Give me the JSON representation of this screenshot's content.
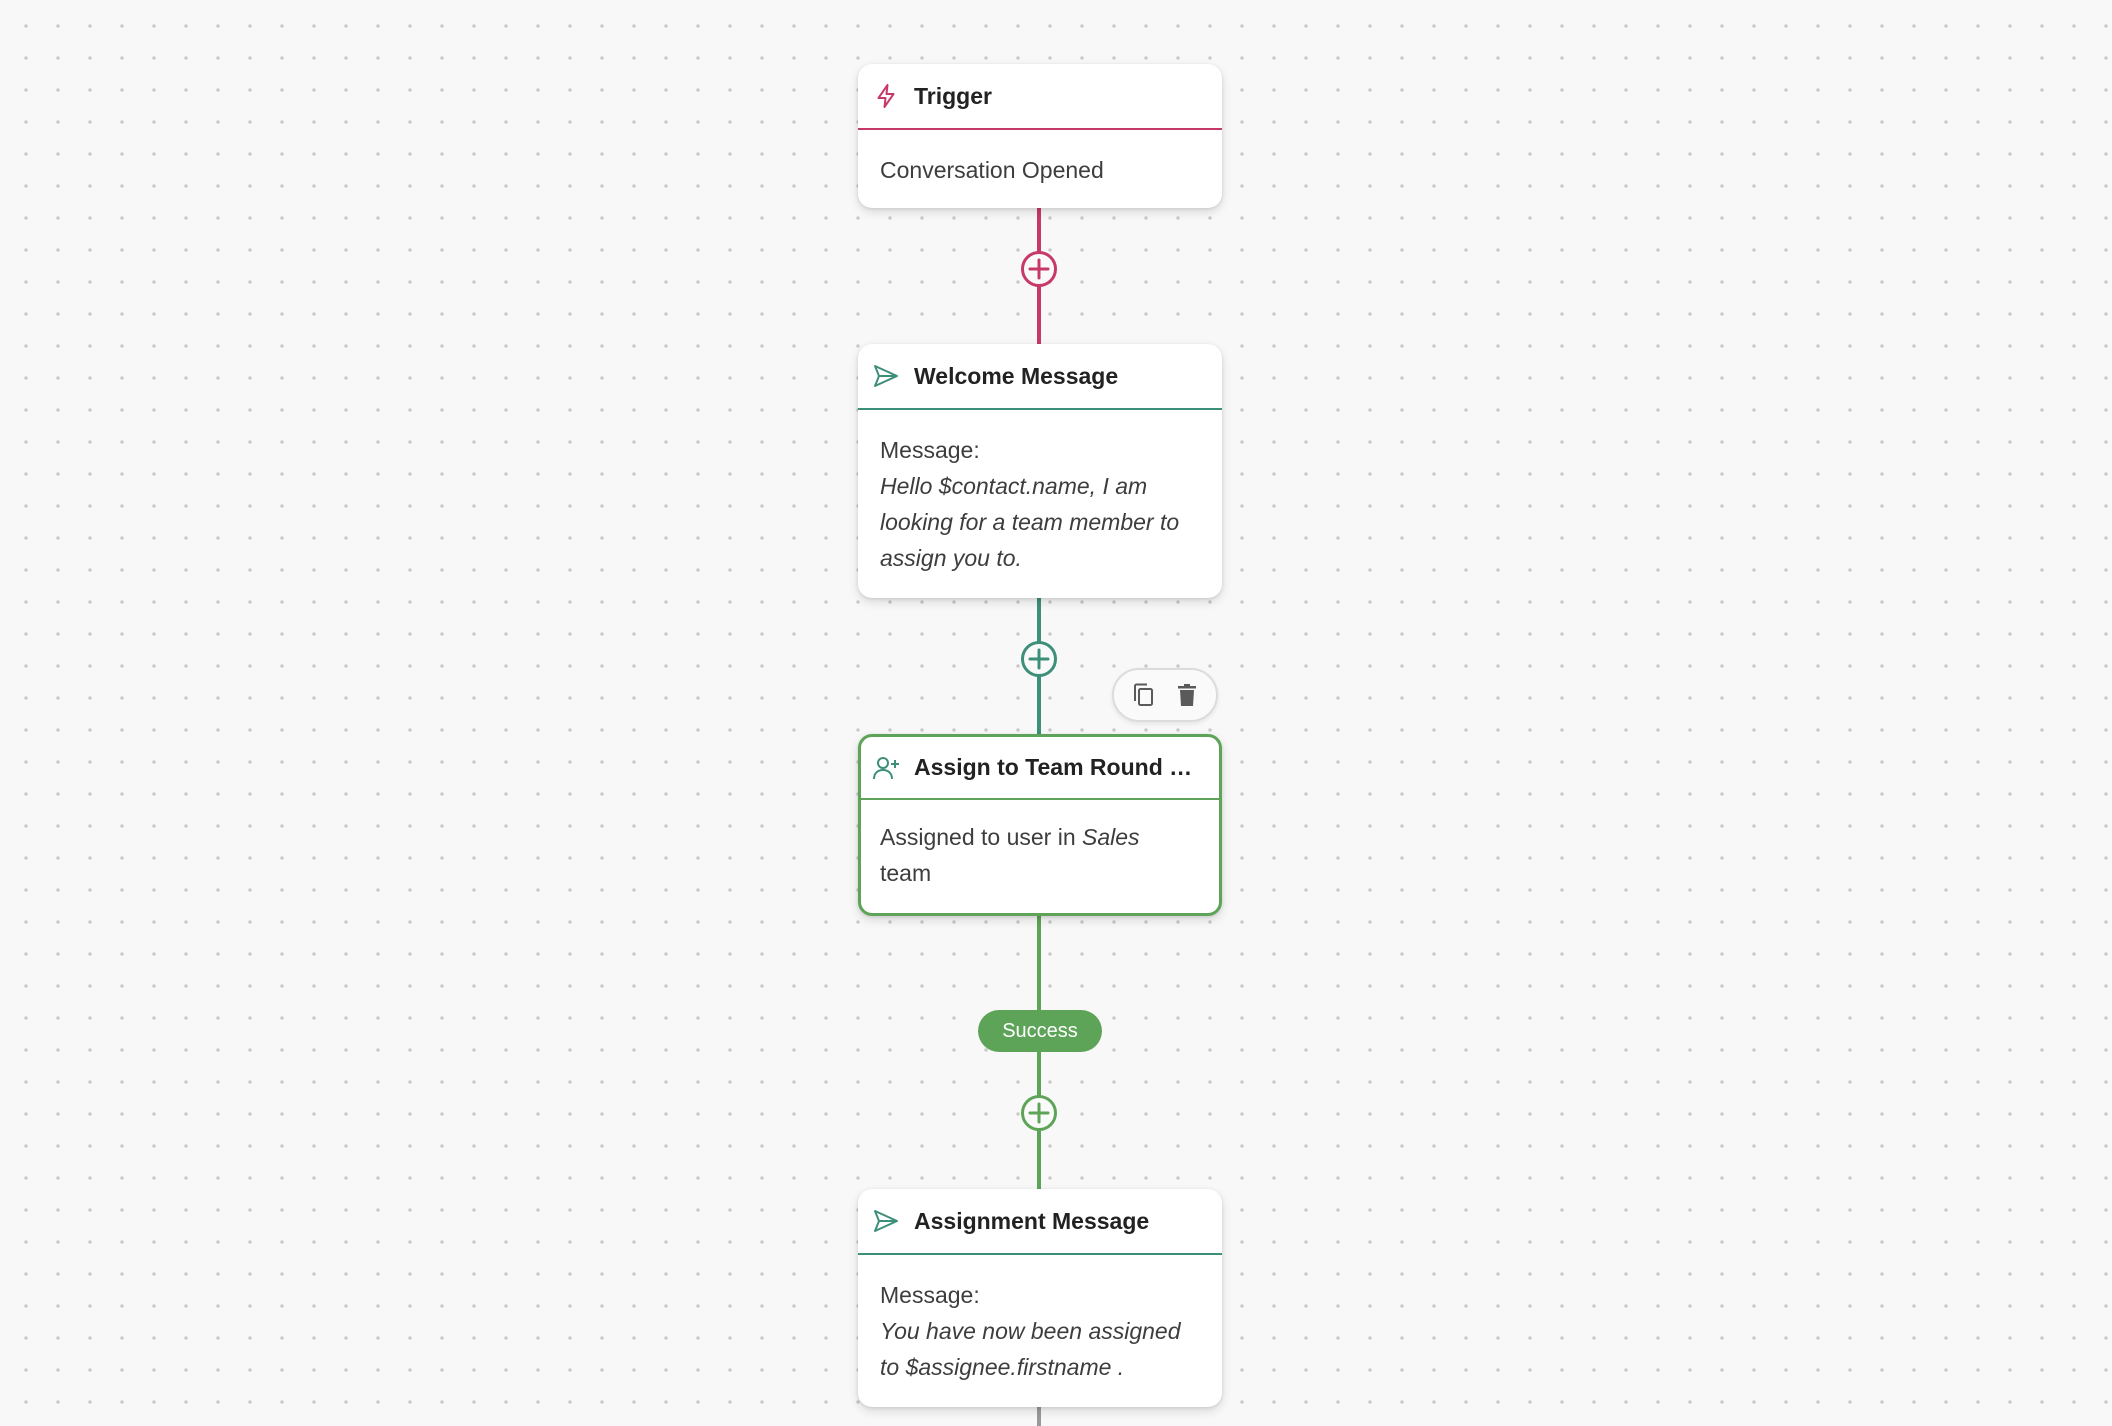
{
  "colors": {
    "trigger": "#c7396b",
    "message": "#3d8f7a",
    "assign": "#5ea458",
    "canvas_bg": "#f8f8f8",
    "dot_grid": "#c9c9c9"
  },
  "nodes": {
    "trigger": {
      "icon": "lightning-icon",
      "title": "Trigger",
      "body": "Conversation Opened"
    },
    "welcome": {
      "icon": "send-icon",
      "title": "Welcome Message",
      "label": "Message:",
      "text": "Hello $contact.name, I am looking for a team member to assign you to."
    },
    "assign": {
      "icon": "user-plus-icon",
      "title": "Assign to Team Round R...",
      "body_prefix": "Assigned to user in ",
      "body_team": "Sales",
      "body_suffix": "team"
    },
    "assignment_message": {
      "icon": "send-icon",
      "title": "Assignment Message",
      "label": "Message:",
      "text": "You have now been assigned to $assignee.firstname ."
    }
  },
  "node_toolbar": {
    "buttons": [
      "copy-icon",
      "trash-icon"
    ]
  },
  "branch_badge": "Success"
}
